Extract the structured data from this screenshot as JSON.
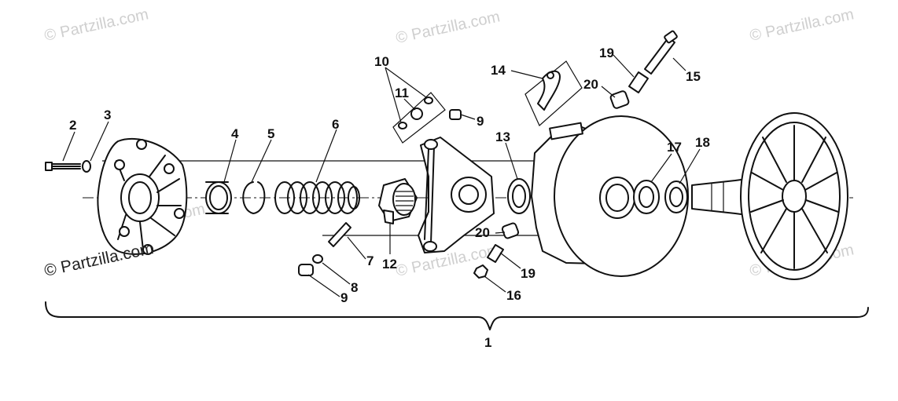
{
  "watermarks": [
    {
      "id": "wm-1",
      "text": "© Partzilla.com"
    },
    {
      "id": "wm-2",
      "text": "© Partzilla.com"
    },
    {
      "id": "wm-3",
      "text": "© Partzilla.com"
    },
    {
      "id": "wm-4",
      "text": "© Partzilla.com"
    },
    {
      "id": "wm-5",
      "text": "© Partzilla.com"
    },
    {
      "id": "wm-6",
      "text": "© Partzilla.com"
    },
    {
      "id": "wm-main",
      "text": "© Partzilla.com"
    }
  ],
  "callouts": {
    "c1": "1",
    "c2": "2",
    "c3": "3",
    "c4": "4",
    "c5": "5",
    "c6": "6",
    "c7": "7",
    "c8": "8",
    "c9a": "9",
    "c9b": "9",
    "c10": "10",
    "c11": "11",
    "c12": "12",
    "c13": "13",
    "c14": "14",
    "c15": "15",
    "c16": "16",
    "c17": "17",
    "c18": "18",
    "c19a": "19",
    "c19b": "19",
    "c20a": "20",
    "c20b": "20"
  },
  "colors": {
    "ink": "#111111",
    "watermark": "#cfcfcf",
    "background": "#ffffff"
  }
}
